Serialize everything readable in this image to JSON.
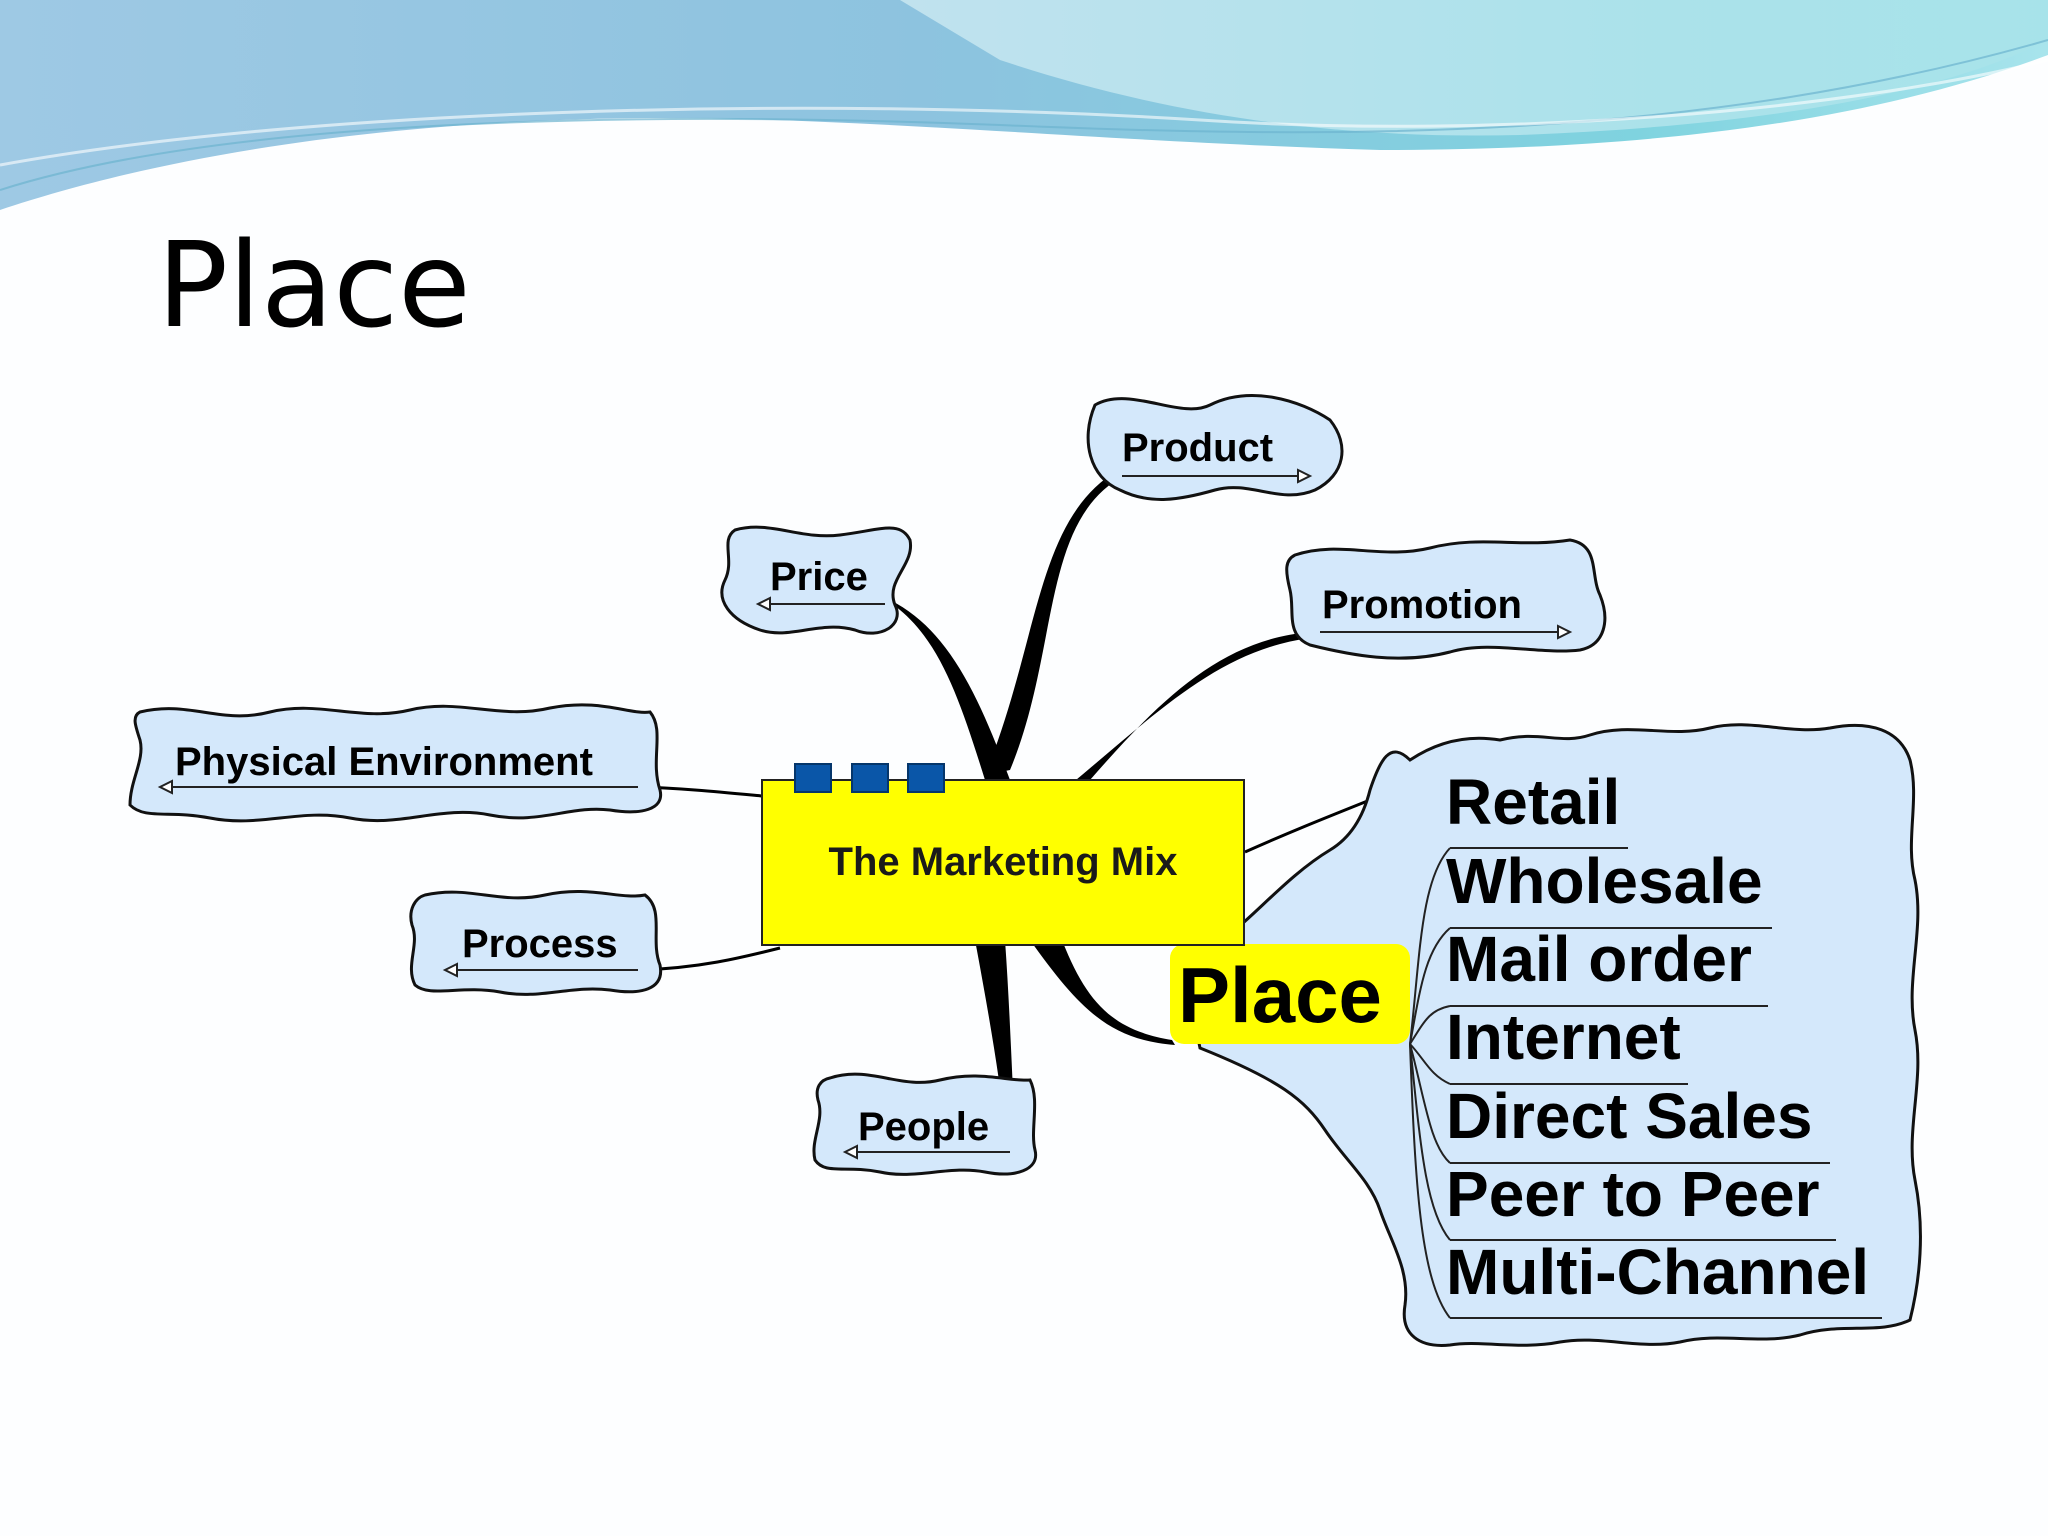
{
  "slide": {
    "title": "Place"
  },
  "mindmap": {
    "center": {
      "label": "The Marketing Mix"
    },
    "branches": [
      {
        "label": "Product"
      },
      {
        "label": "Price"
      },
      {
        "label": "Promotion"
      },
      {
        "label": "Physical Environment"
      },
      {
        "label": "Process"
      },
      {
        "label": "People"
      }
    ],
    "focus": {
      "label": "Place",
      "items": [
        "Retail",
        "Wholesale",
        "Mail order",
        "Internet",
        "Direct Sales",
        "Peer to Peer",
        "Multi-Channel"
      ]
    }
  },
  "colors": {
    "bubble_fill": "#d4e8fb",
    "center_fill": "#ffff00",
    "handle_blue": "#0a56a8",
    "wave_blue": "#8fc6e0",
    "wave_teal": "#8fdde6"
  }
}
